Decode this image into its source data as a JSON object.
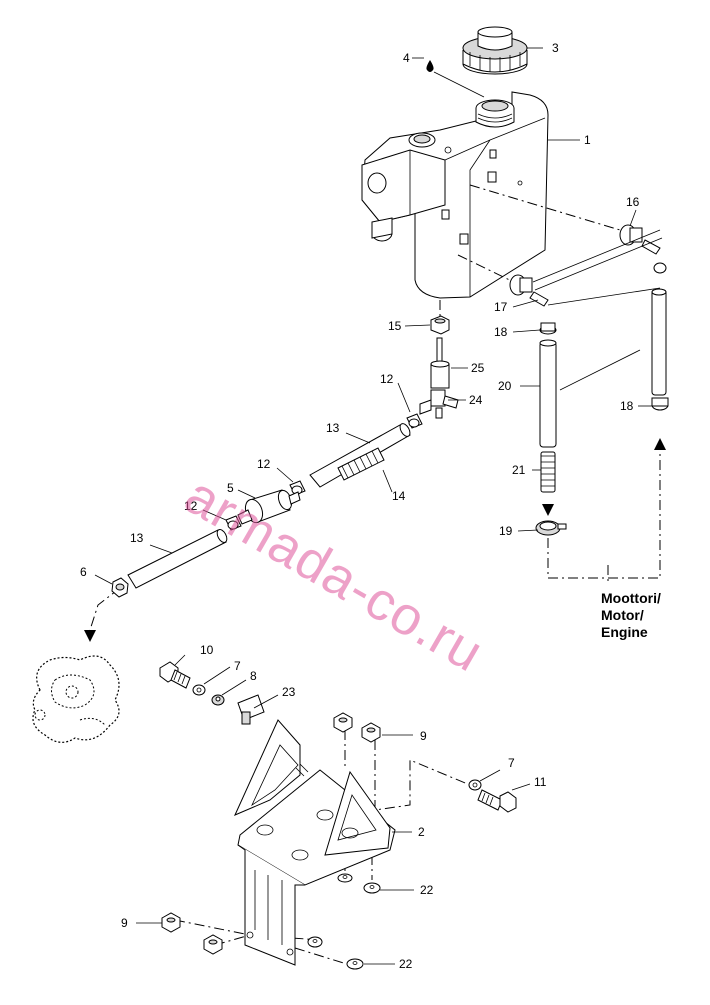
{
  "diagram": {
    "callouts": {
      "c1": "1",
      "c2": "2",
      "c3": "3",
      "c4": "4",
      "c5": "5",
      "c6": "6",
      "c7a": "7",
      "c7b": "7",
      "c8": "8",
      "c9a": "9",
      "c9b": "9",
      "c10": "10",
      "c11": "11",
      "c12a": "12",
      "c12b": "12",
      "c12c": "12",
      "c13a": "13",
      "c13b": "13",
      "c14": "14",
      "c15": "15",
      "c16": "16",
      "c17": "17",
      "c18a": "18",
      "c18b": "18",
      "c19": "19",
      "c20": "20",
      "c21": "21",
      "c22a": "22",
      "c22b": "22",
      "c23": "23",
      "c24": "24",
      "c25": "25"
    },
    "engine_label": [
      "Moottori/",
      "Motor/",
      "Engine"
    ],
    "watermark": "armada-co.ru",
    "watermark_color": "#e0569c"
  }
}
